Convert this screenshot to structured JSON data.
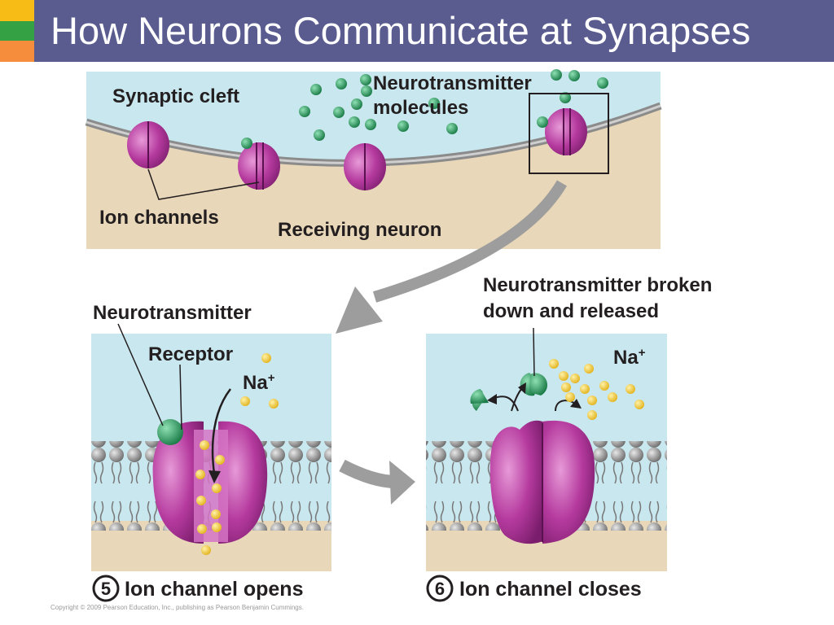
{
  "title": "How Neurons Communicate at Synapses",
  "colors": {
    "title_bar": "#5a5c90",
    "accent_yellow": "#f7bd16",
    "accent_green": "#35a145",
    "accent_orange": "#f58d3c",
    "cleft_fluid": "#c9e7ee",
    "cytoplasm": "#e8d7b8",
    "channel": "#b53a9e",
    "neurotransmitter": "#22995a",
    "sodium": "#f3cf34"
  },
  "top_panel": {
    "synaptic_cleft": "Synaptic cleft",
    "neurotransmitter_molecules_line1": "Neurotransmitter",
    "neurotransmitter_molecules_line2": "molecules",
    "ion_channels": "Ion channels",
    "receiving_neuron": "Receiving neuron"
  },
  "left_panel": {
    "neurotransmitter": "Neurotransmitter",
    "receptor": "Receptor",
    "na": "Na",
    "na_sup": "+",
    "step_number": "5",
    "caption": "Ion channel opens"
  },
  "right_panel": {
    "broken_line1": "Neurotransmitter broken",
    "broken_line2": "down and released",
    "na": "Na",
    "na_sup": "+",
    "step_number": "6",
    "caption": "Ion channel closes"
  },
  "copyright": "Copyright © 2009 Pearson Education, Inc., publishing as Pearson Benjamin Cummings."
}
